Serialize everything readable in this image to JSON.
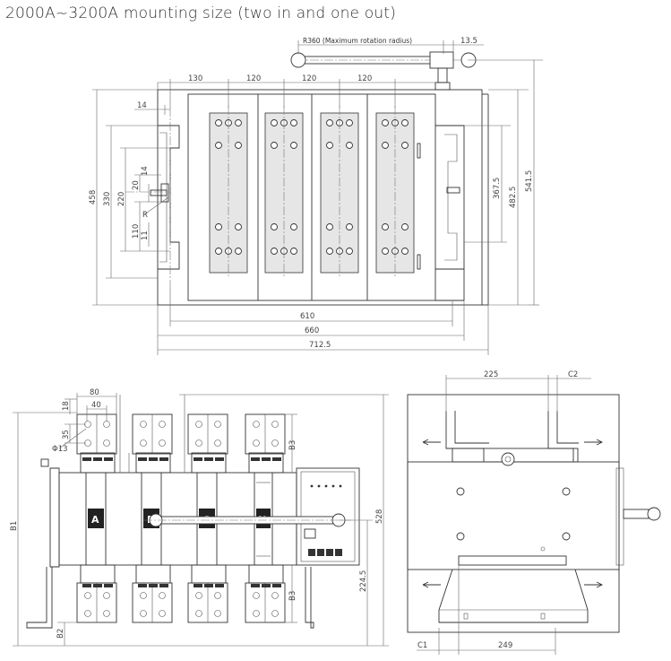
{
  "title": "2000A~3200A mounting size (two in and one out)",
  "top_view": {
    "rotation_label": "R360 (Maximum rotation radius)",
    "handle_offset": "13.5",
    "spacing_a": "130",
    "spacing_b1": "120",
    "spacing_b2": "120",
    "spacing_b3": "120",
    "left_14": "14",
    "h_458": "458",
    "h_330": "330",
    "h_220": "220",
    "h_20": "20",
    "h_14": "14",
    "h_110": "110",
    "h_11": "11",
    "r_label": "R",
    "h_367": "367.5",
    "h_482": "482.5",
    "h_541": "541.5",
    "w_610": "610",
    "w_660": "660",
    "w_712": "712.5"
  },
  "front_view": {
    "w_80": "80",
    "w_40": "40",
    "h_18": "18",
    "h_35": "35",
    "phi": "Φ13",
    "b3_top": "B3",
    "b3_bot": "B3",
    "b1": "B1",
    "b2": "B2",
    "h_528": "528",
    "h_224": "224.5",
    "label_a": "A",
    "label_b": "B",
    "label_c": "C",
    "label_n": "N"
  },
  "side_view": {
    "w_225": "225",
    "c2": "C2",
    "c1": "C1",
    "w_249": "249"
  }
}
